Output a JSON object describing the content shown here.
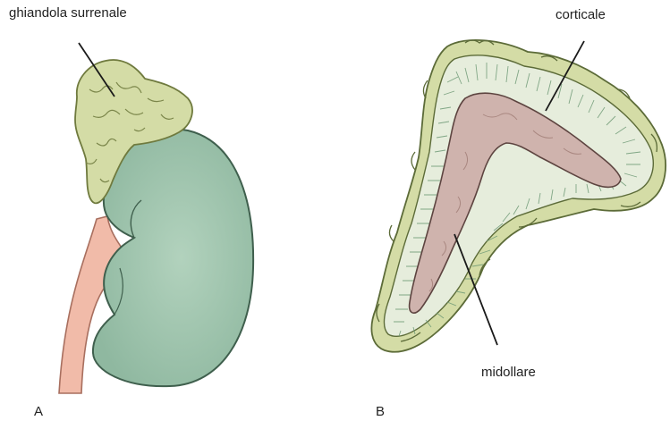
{
  "labels": {
    "adrenal_gland": "ghiandola surrenale",
    "cortex": "corticale",
    "medulla": "midollare",
    "panel_a": "A",
    "panel_b": "B"
  },
  "colors": {
    "adrenal_fill": "#d4dca6",
    "adrenal_outline": "#6f7a3e",
    "kidney_fill": "#9cc2aa",
    "kidney_outline": "#3f5f4d",
    "ureter_fill": "#f1bba9",
    "ureter_outline": "#a86f5f",
    "cortex_fill": "#e6eddc",
    "cortex_striation": "#6f9a76",
    "capsule_outline": "#5c6b38",
    "medulla_fill": "#cfb3ad",
    "medulla_outline": "#5d4440",
    "leader_line": "#1a1a1a"
  }
}
